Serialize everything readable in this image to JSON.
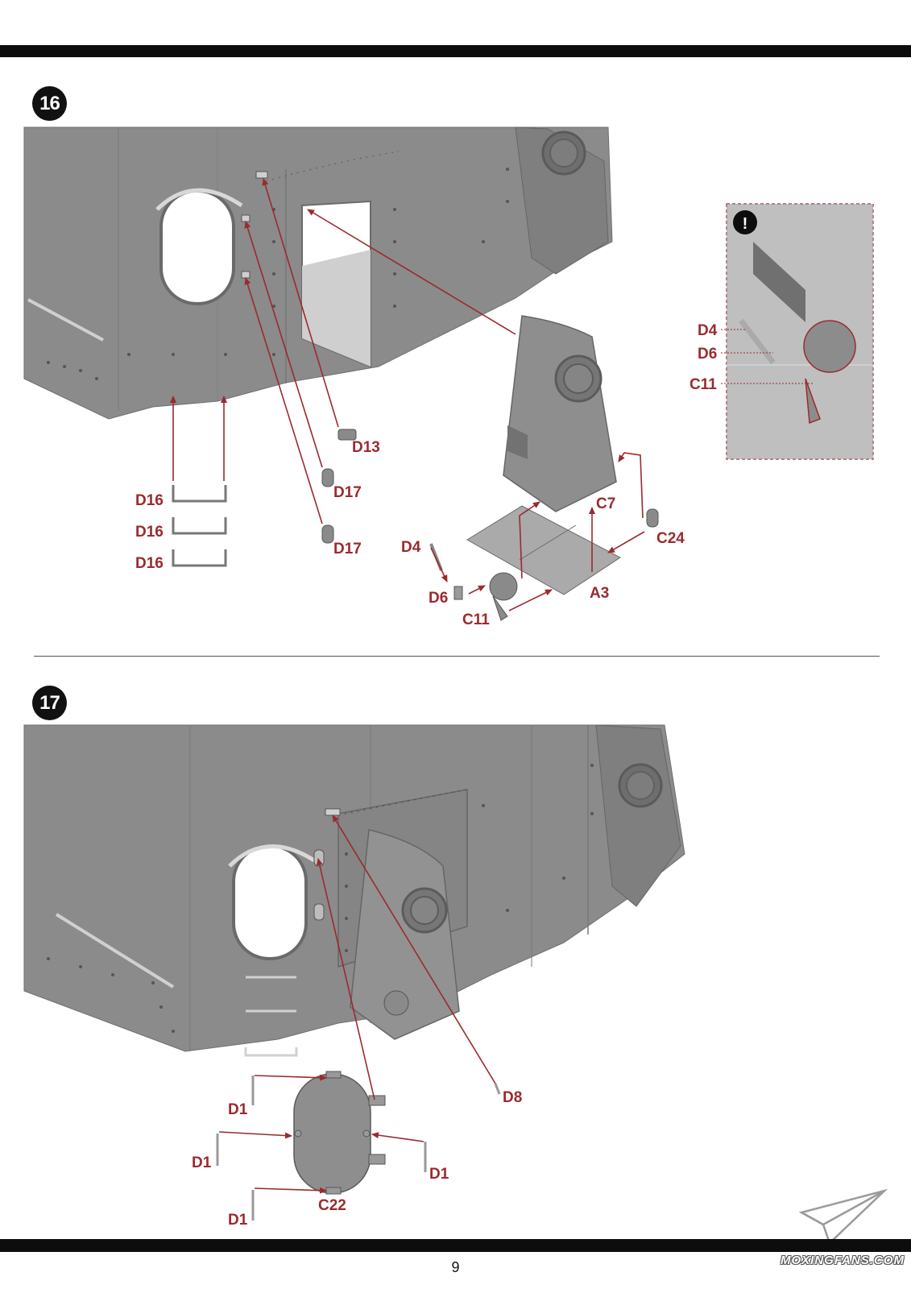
{
  "steps": [
    {
      "number": "16",
      "part_labels": [
        "D16",
        "D16",
        "D16",
        "D17",
        "D17",
        "D13",
        "D4",
        "D6",
        "C11",
        "C7",
        "C24",
        "A3"
      ],
      "callout": {
        "icon": "exclamation-icon",
        "badge": "!",
        "labels": [
          "D4",
          "D6",
          "C11"
        ]
      }
    },
    {
      "number": "17",
      "part_labels": [
        "D1",
        "D1",
        "D1",
        "D1",
        "C22",
        "D8"
      ]
    }
  ],
  "footer": {
    "page_number": "9",
    "watermark": "MOXINGFANS.COM",
    "logo": "paper-plane-icon"
  },
  "colors": {
    "label_red": "#9b2a2e",
    "hull_gray": "#8a8a8a",
    "bar_black": "#0d0d0d"
  }
}
